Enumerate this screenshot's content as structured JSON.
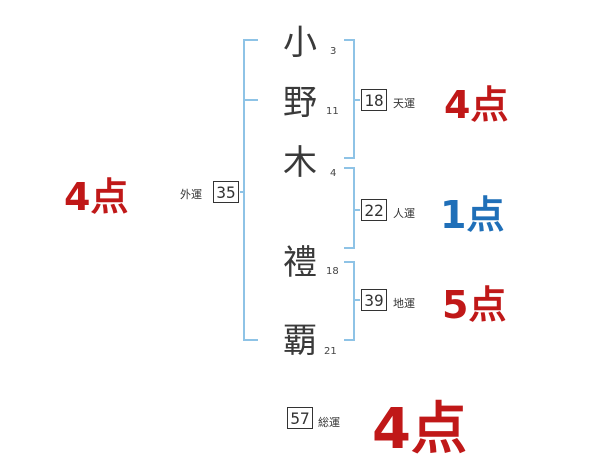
{
  "name_chars": [
    {
      "char": "小",
      "strokes": "3"
    },
    {
      "char": "野",
      "strokes": "11"
    },
    {
      "char": "木",
      "strokes": "4"
    },
    {
      "char": "禮",
      "strokes": "18"
    },
    {
      "char": "覇",
      "strokes": "21"
    }
  ],
  "gaiun": {
    "value": "35",
    "label": "外運",
    "score": "4点"
  },
  "tenun": {
    "value": "18",
    "label": "天運",
    "score": "4点"
  },
  "jinun": {
    "value": "22",
    "label": "人運",
    "score": "1点"
  },
  "chiun": {
    "value": "39",
    "label": "地運",
    "score": "5点"
  },
  "souun": {
    "value": "57",
    "label": "総運",
    "score": "4点"
  },
  "colors": {
    "bracket": "#8ec3e6",
    "red": "#c01818",
    "blue": "#1f6fb8",
    "text": "#333333"
  }
}
